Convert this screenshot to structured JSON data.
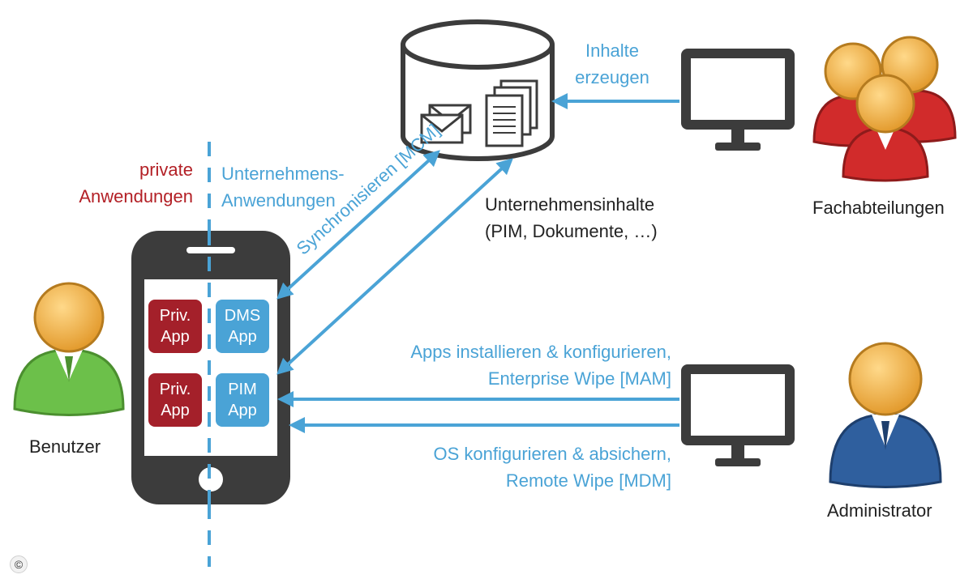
{
  "labels": {
    "private_line1": "private",
    "private_line2": "Anwendungen",
    "enterprise_line1": "Unternehmens-",
    "enterprise_line2": "Anwendungen",
    "sync": "Synchronisieren [MCM]",
    "content_line1": "Unternehmensinhalte",
    "content_line2": "(PIM, Dokumente, …)",
    "create_line1": "Inhalte",
    "create_line2": "erzeugen",
    "departments": "Fachabteilungen",
    "user": "Benutzer",
    "admin": "Administrator",
    "mam_line1": "Apps installieren & konfigurieren,",
    "mam_line2": "Enterprise Wipe [MAM]",
    "mdm_line1": "OS konfigurieren & absichern,",
    "mdm_line2": "Remote Wipe [MDM]"
  },
  "apps": {
    "priv1_line1": "Priv.",
    "priv1_line2": "App",
    "priv2_line1": "Priv.",
    "priv2_line2": "App",
    "dms_line1": "DMS",
    "dms_line2": "App",
    "pim_line1": "PIM",
    "pim_line2": "App"
  },
  "copyright": "©",
  "colors": {
    "accent_blue": "#4aa3d6",
    "private_red": "#a4202a",
    "app_blue": "#4aa3d6",
    "device_dark": "#3c3c3c",
    "person_green": "#6cc04a",
    "person_red": "#d12b2b",
    "person_blue": "#2f5f9e",
    "head_orange": "#e9a43c"
  }
}
